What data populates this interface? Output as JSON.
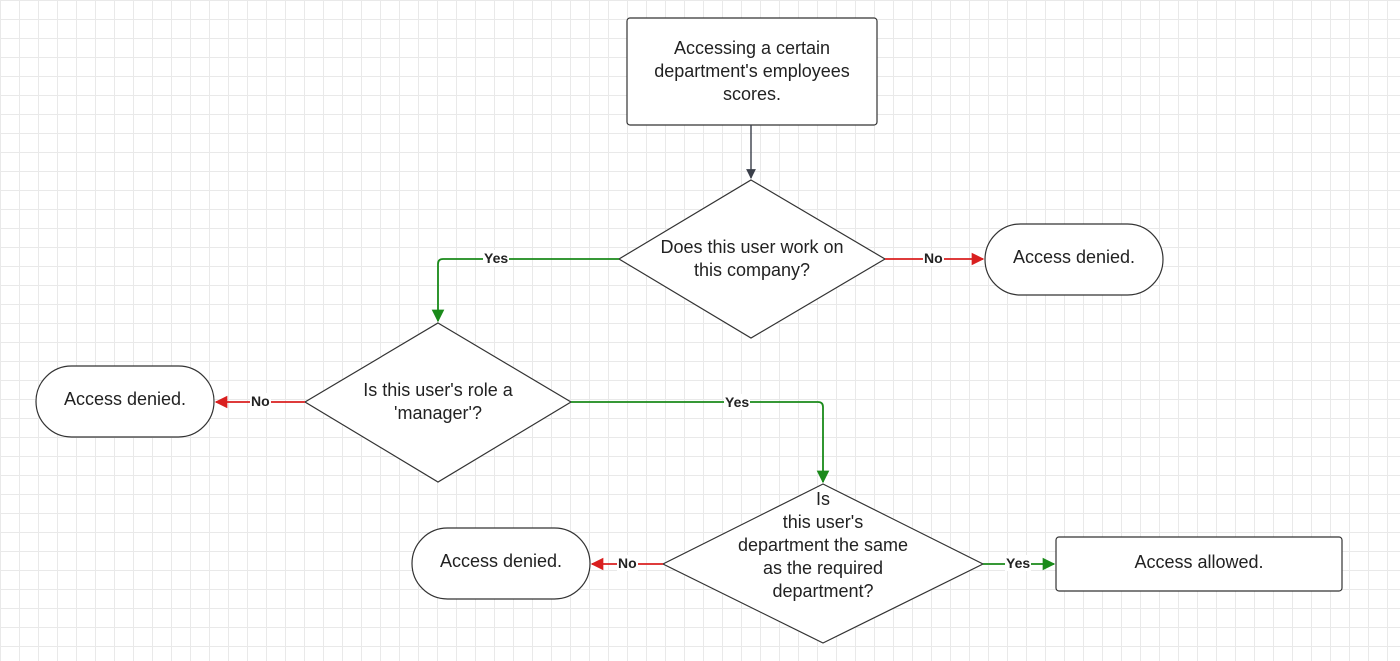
{
  "nodes": {
    "start": {
      "text": "Accessing a certain\ndepartment's employees\nscores."
    },
    "q_company": {
      "text": "Does this user work on\nthis company?"
    },
    "q_manager": {
      "text": "Is this user's role a\n'manager'?"
    },
    "q_department": {
      "text": "Is\nthis user's\ndepartment the same\nas the required\ndepartment?"
    },
    "denied_1": {
      "text": "Access denied."
    },
    "denied_2": {
      "text": "Access denied."
    },
    "denied_3": {
      "text": "Access denied."
    },
    "allowed": {
      "text": "Access allowed."
    }
  },
  "edges": {
    "company_yes": {
      "label": "Yes",
      "color": "#1a8a1a"
    },
    "company_no": {
      "label": "No",
      "color": "#d91f1f"
    },
    "manager_yes": {
      "label": "Yes",
      "color": "#1a8a1a"
    },
    "manager_no": {
      "label": "No",
      "color": "#d91f1f"
    },
    "department_yes": {
      "label": "Yes",
      "color": "#1a8a1a"
    },
    "department_no": {
      "label": "No",
      "color": "#d91f1f"
    }
  },
  "colors": {
    "yes": "#1a8a1a",
    "no": "#d91f1f",
    "neutral_arrow": "#3a3f4a",
    "shape_stroke": "#333333"
  }
}
